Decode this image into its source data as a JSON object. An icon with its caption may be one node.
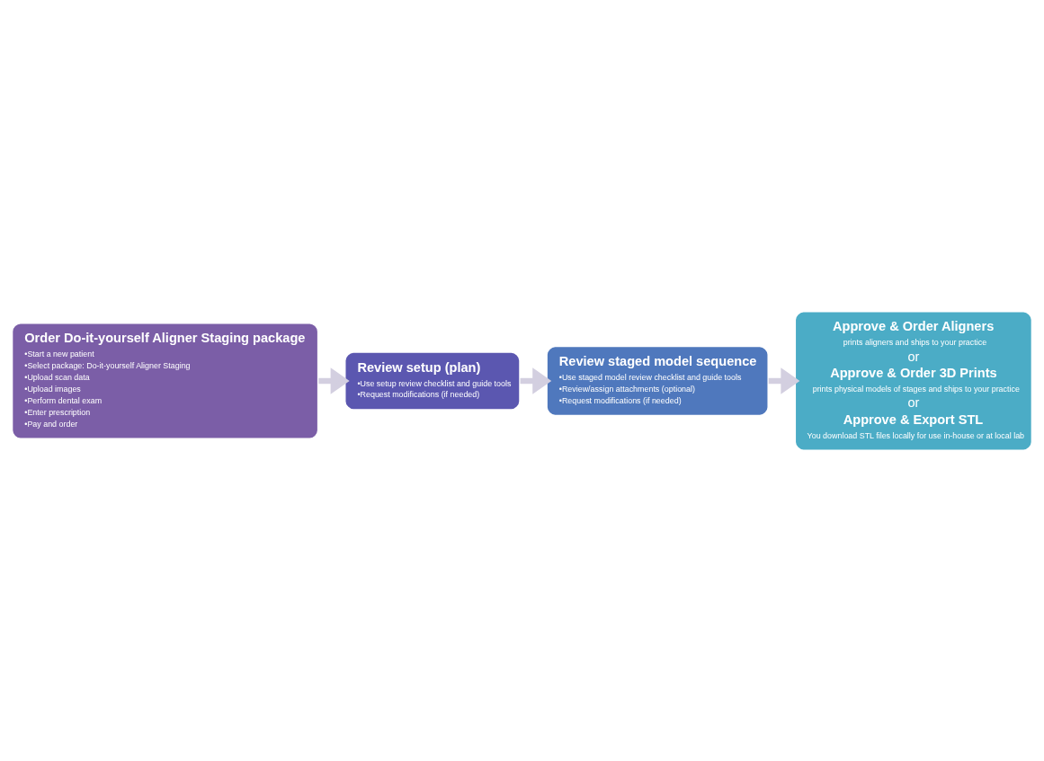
{
  "diagram": {
    "nodes": [
      {
        "text": [
          "Order Do-it-yourself Aligner Staging package",
          "•Start a new patient",
          "•Select package: Do-it-yourself Aligner Staging",
          "•Upload scan data",
          "•Upload images",
          "•Perform dental exam",
          "•Enter prescription",
          "•Pay and order"
        ]
      },
      {
        "text": [
          "Review setup (plan)",
          "•Use setup review checklist and guide tools",
          "•Request modifications (if needed)"
        ]
      },
      {
        "text": [
          "Review staged model sequence",
          "•Use staged model review checklist and guide tools",
          "•Review/assign attachments (optional)",
          "•Request modifications (if needed)"
        ]
      },
      {
        "text": [
          "Approve & Order Aligners",
          "prints aligners and ships to your practice",
          "or",
          "Approve & Order 3D Prints",
          "prints physical models of stages and ships to your practice",
          "or",
          "Approve & Export STL",
          "You download STL files locally for use in-house or at local lab"
        ]
      }
    ],
    "edges": [
      {
        "from": 0,
        "to": 1,
        "arrow": "to"
      },
      {
        "from": 1,
        "to": 2,
        "arrow": "to"
      },
      {
        "from": 2,
        "to": 3,
        "arrow": "to"
      }
    ]
  }
}
